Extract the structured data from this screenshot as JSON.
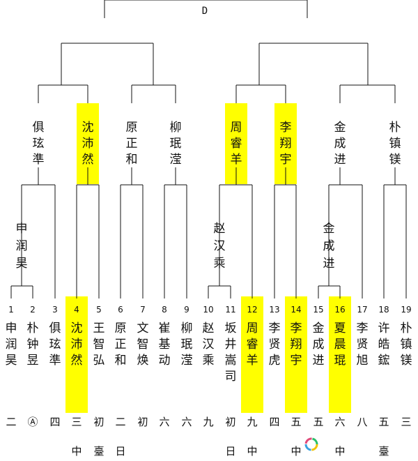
{
  "final_label": "D",
  "highlight_color": "#ffff00",
  "players": [
    {
      "num": "1",
      "name": "申润昊",
      "seed": "二",
      "tag": "",
      "hl": false
    },
    {
      "num": "2",
      "name": "朴钟昱",
      "seed": "Ⓐ",
      "tag": "",
      "hl": false
    },
    {
      "num": "3",
      "name": "俱玹準",
      "seed": "四",
      "tag": "",
      "hl": false
    },
    {
      "num": "4",
      "name": "沈沛然",
      "seed": "三",
      "tag": "中",
      "hl": true
    },
    {
      "num": "5",
      "name": "王智弘",
      "seed": "初",
      "tag": "臺",
      "hl": false
    },
    {
      "num": "6",
      "name": "原正和",
      "seed": "二",
      "tag": "日",
      "hl": false
    },
    {
      "num": "7",
      "name": "文智焕",
      "seed": "初",
      "tag": "",
      "hl": false
    },
    {
      "num": "8",
      "name": "崔基动",
      "seed": "六",
      "tag": "",
      "hl": false
    },
    {
      "num": "9",
      "name": "柳珉滢",
      "seed": "六",
      "tag": "",
      "hl": false
    },
    {
      "num": "10",
      "name": "赵汉乘",
      "seed": "九",
      "tag": "",
      "hl": false
    },
    {
      "num": "11",
      "name": "坂井嵩司",
      "seed": "初",
      "tag": "日",
      "hl": false
    },
    {
      "num": "12",
      "name": "周睿羊",
      "seed": "九",
      "tag": "中",
      "hl": true
    },
    {
      "num": "13",
      "name": "李贤虎",
      "seed": "四",
      "tag": "",
      "hl": false
    },
    {
      "num": "14",
      "name": "李翔宇",
      "seed": "五",
      "tag": "中",
      "hl": true
    },
    {
      "num": "15",
      "name": "金成进",
      "seed": "五",
      "tag": "",
      "hl": false
    },
    {
      "num": "16",
      "name": "夏晨琨",
      "seed": "六",
      "tag": "中",
      "hl": true
    },
    {
      "num": "17",
      "name": "李贤旭",
      "seed": "八",
      "tag": "",
      "hl": false
    },
    {
      "num": "18",
      "name": "许皓鋐",
      "seed": "五",
      "tag": "臺",
      "hl": false
    },
    {
      "num": "19",
      "name": "朴镇镁",
      "seed": "三",
      "tag": "",
      "hl": false
    }
  ],
  "round1_winner": {
    "name": "申润昊",
    "hl": false
  },
  "round1_winner_b": {
    "name": "赵汉乘",
    "hl": false
  },
  "round1_winner_c": {
    "name": "金成进",
    "hl": false
  },
  "round2_winners": [
    {
      "name": "俱玹準",
      "hl": false
    },
    {
      "name": "沈沛然",
      "hl": true
    },
    {
      "name": "原正和",
      "hl": false
    },
    {
      "name": "柳珉滢",
      "hl": false
    },
    {
      "name": "周睿羊",
      "hl": true
    },
    {
      "name": "李翔宇",
      "hl": true
    },
    {
      "name": "金成进",
      "hl": false
    },
    {
      "name": "朴镇镁",
      "hl": false
    }
  ]
}
